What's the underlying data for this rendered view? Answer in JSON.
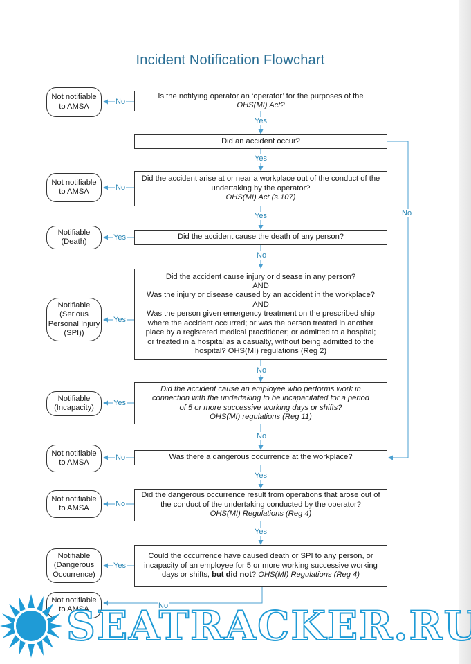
{
  "title": "Incident Notification Flowchart",
  "questions": {
    "q1": [
      "Is the notifying operator an ‘operator’ for the purposes of the",
      "OHS(MI) Act?"
    ],
    "q2": [
      "Did an accident occur?"
    ],
    "q3": [
      "Did the accident arise at or near a workplace out of the conduct of the",
      "undertaking by the operator?",
      "OHS(MI) Act (s.107)"
    ],
    "q4": [
      "Did the accident cause the death of any person?"
    ],
    "q5": [
      "Did the accident cause injury or disease in any person?",
      "AND",
      "Was the injury or disease caused by an accident in the workplace?",
      "AND",
      "Was the person given emergency treatment on the prescribed ship",
      "where the accident occurred; or was the person treated in another",
      "place by a registered medical practitioner; or admitted to a hospital;",
      "or treated in a hospital as a casualty, without being admitted to the",
      "hospital? OHS(MI) regulations (Reg 2)"
    ],
    "q6": [
      "Did the accident cause an employee who performs work in",
      "connection with the undertaking to be incapacitated for a period",
      "of 5 or more successive working days or shifts?",
      "OHS(MI) regulations (Reg 11)"
    ],
    "q7": [
      "Was there a dangerous occurrence at the workplace?"
    ],
    "q8": [
      "Did the dangerous occurrence result from operations that arose out of",
      "the conduct of the undertaking conducted by the operator?",
      "OHS(MI) Regulations (Reg 4)"
    ],
    "q9": {
      "line1": "Could the occurrence have caused death or SPI to any person, or",
      "line2": "incapacity of an employee for 5 or more working successive working",
      "line3_a": "days or shifts, ",
      "line3_b": "but did not",
      "line3_c": "? ",
      "line3_d": "OHS(MI) Regulations (Reg 4)"
    }
  },
  "outcomes": {
    "o1": [
      "Not notifiable",
      "to AMSA"
    ],
    "o3": [
      "Not notifiable",
      "to AMSA"
    ],
    "o4": [
      "Notifiable",
      "(Death)"
    ],
    "o5": [
      "Notifiable",
      "(Serious",
      "Personal Injury",
      "(SPI))"
    ],
    "o6": [
      "Notifiable",
      "(Incapacity)"
    ],
    "o7": [
      "Not notifiable",
      "to AMSA"
    ],
    "o8": [
      "Not notifiable",
      "to AMSA"
    ],
    "o9": [
      "Notifiable",
      "(Dangerous",
      "Occurrence)"
    ],
    "o10": [
      "Not notifiable",
      "to AMSA"
    ]
  },
  "labels": {
    "yes": "Yes",
    "no": "No"
  },
  "colors": {
    "title": "#2b6f95",
    "connector": "#4a9fd0",
    "label": "#2a86b4",
    "watermark": "#1f9bd6"
  },
  "watermark_text": "SEATRACKER.RU"
}
